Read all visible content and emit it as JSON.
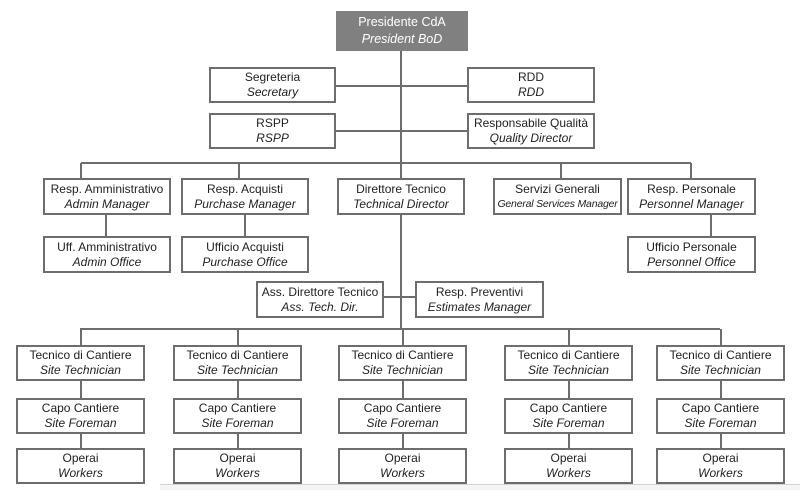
{
  "org_chart": {
    "president": {
      "it": "Presidente CdA",
      "en": "President BoD"
    },
    "staff": [
      {
        "id": "secretary",
        "it": "Segreteria",
        "en": "Secretary"
      },
      {
        "id": "rdd",
        "it": "RDD",
        "en": "RDD"
      },
      {
        "id": "rspp",
        "it": "RSPP",
        "en": "RSPP"
      },
      {
        "id": "quality-director",
        "it": "Responsabile Qualità",
        "en": "Quality Director"
      }
    ],
    "managers": [
      {
        "id": "admin-manager",
        "it": "Resp. Amministrativo",
        "en": "Admin Manager"
      },
      {
        "id": "purchase-manager",
        "it": "Resp. Acquisti",
        "en": "Purchase Manager"
      },
      {
        "id": "technical-director",
        "it": "Direttore Tecnico",
        "en": "Technical Director"
      },
      {
        "id": "general-services",
        "it": "Servizi Generali",
        "en": "General Services Manager"
      },
      {
        "id": "personnel-manager",
        "it": "Resp. Personale",
        "en": "Personnel Manager"
      }
    ],
    "offices": [
      {
        "id": "admin-office",
        "it": "Uff. Amministrativo",
        "en": "Admin Office"
      },
      {
        "id": "purchase-office",
        "it": "Ufficio Acquisti",
        "en": "Purchase Office"
      },
      {
        "id": "personnel-office",
        "it": "Ufficio Personale",
        "en": "Personnel Office"
      }
    ],
    "tech_staff": [
      {
        "id": "assistant-tech-director",
        "it": "Ass. Direttore Tecnico",
        "en": "Ass. Tech. Dir."
      },
      {
        "id": "estimates-manager",
        "it": "Resp. Preventivi",
        "en": "Estimates Manager"
      }
    ],
    "site_technician": {
      "it": "Tecnico di Cantiere",
      "en": "Site Technician"
    },
    "site_foreman": {
      "it": "Capo Cantiere",
      "en": "Site Foreman"
    },
    "workers": {
      "it": "Operai",
      "en": "Workers"
    },
    "site_columns": 5
  }
}
